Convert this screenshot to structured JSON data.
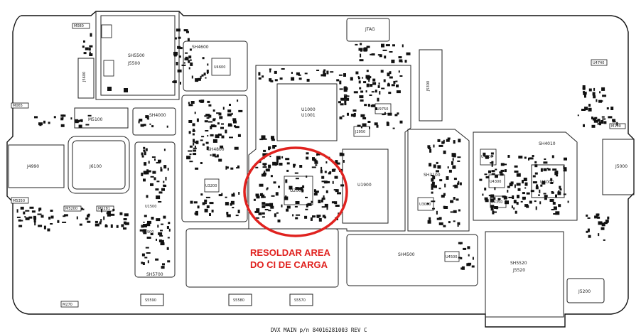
{
  "board": {
    "footer": "DVX MAIN  p/n 84016281003 REV C",
    "annotation": {
      "line1": "RESOLDAR AREA",
      "line2": "DO CI DE CARGA",
      "circle_color": "#e0221f"
    }
  },
  "labels": {
    "m080": "M080",
    "sh5500": "SH5500",
    "j5500": "J5500",
    "j5600": "J5600",
    "m065": "M065",
    "m5100": "M5100",
    "sh4600": "SH4600",
    "u4600": "U4600",
    "sh4000": "SH4000",
    "jtag": "JTAG",
    "j5300": "J5300",
    "u1000": "U1000",
    "u1001": "U1001",
    "u9750": "U9750",
    "j2950": "J2950",
    "sh4800": "SH4800",
    "j4990": "J4990",
    "j6100": "J6100",
    "u3200": "U3200",
    "u2000": "U2000",
    "u1900": "U1900",
    "sh3100": "SH3100",
    "u3000": "U3000",
    "u4200": "U4200",
    "sh4010": "SH4010",
    "u4300": "U4300",
    "u4000": "U4000",
    "u4350": "U4350",
    "j5000": "J5000",
    "m100": "M100",
    "u4740": "U4740",
    "m5350": "M5350",
    "m5200": "M5200",
    "m5281": "M5281",
    "u1500": "U1500",
    "u4900": "U4900",
    "sh5700": "SH5700",
    "sh4500": "SH4500",
    "u4500": "U4500",
    "sh5520": "SH5520",
    "j5520": "J5520",
    "j5200": "J5200",
    "m270": "M270",
    "s5590": "S5590",
    "s5580": "S5580",
    "s5570": "S5570"
  }
}
